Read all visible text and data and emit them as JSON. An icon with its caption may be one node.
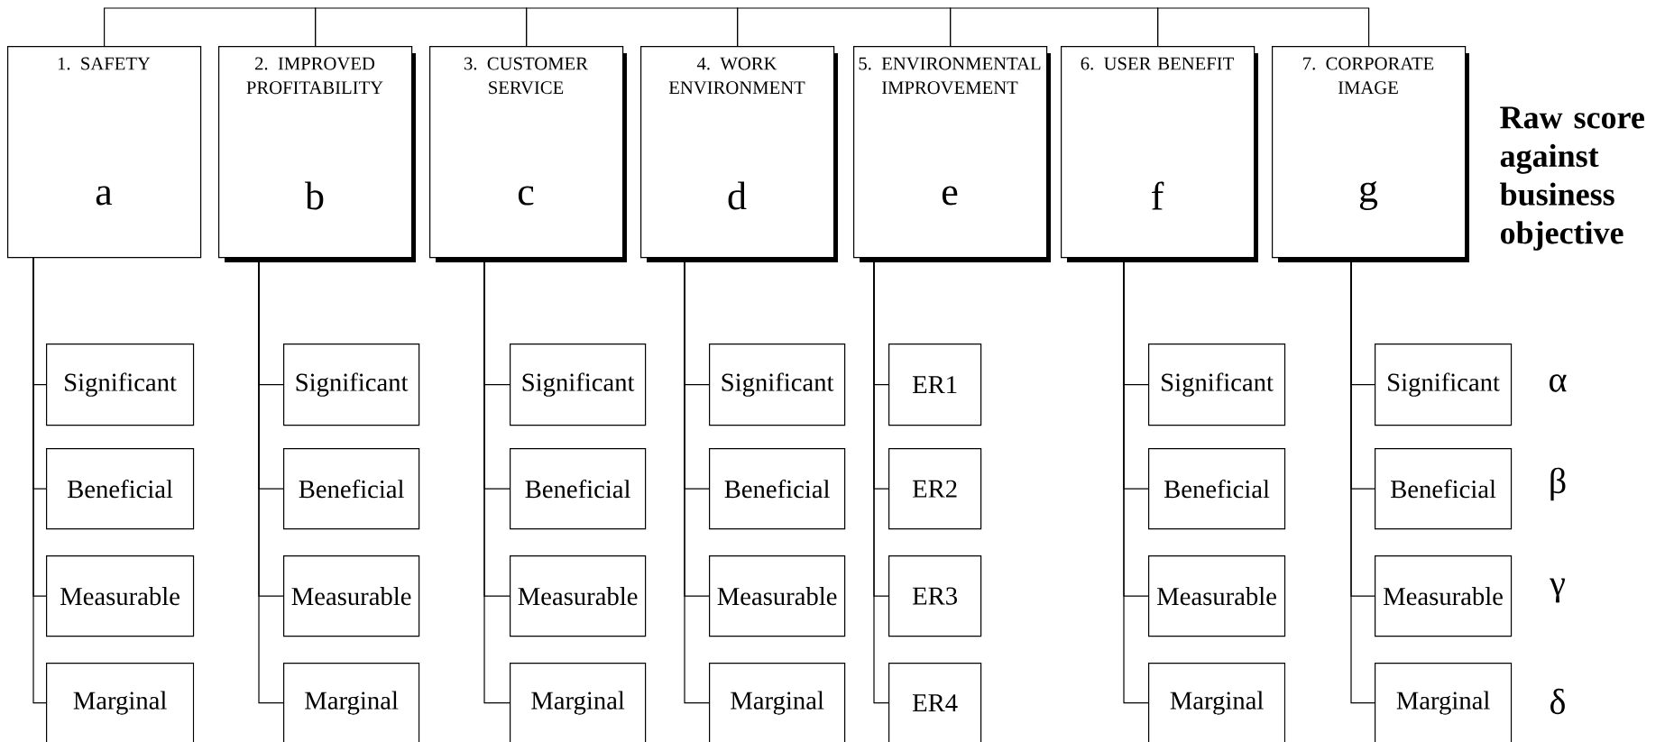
{
  "diagram": {
    "nodes": [
      {
        "text": [
          "1. SAFETY",
          "a"
        ]
      },
      {
        "text": [
          "2. IMPROVED PROFITABILITY",
          "b"
        ]
      },
      {
        "text": [
          "3. CUSTOMER SERVICE",
          "c"
        ]
      },
      {
        "text": [
          "4. WORK ENVIRONMENT",
          "d"
        ]
      },
      {
        "text": [
          "5. ENVIRONMENTAL IMPROVEMENT",
          "e"
        ]
      },
      {
        "text": [
          "6. USER BENEFIT",
          "f"
        ]
      },
      {
        "text": [
          "7. CORPORATE IMAGE",
          "g"
        ]
      },
      {
        "text": [
          "Significant"
        ]
      },
      {
        "text": [
          "Significant"
        ]
      },
      {
        "text": [
          "Significant"
        ]
      },
      {
        "text": [
          "Significant"
        ]
      },
      {
        "text": [
          "ER1"
        ]
      },
      {
        "text": [
          "Significant"
        ]
      },
      {
        "text": [
          "Significant"
        ]
      },
      {
        "text": [
          "Beneficial"
        ]
      },
      {
        "text": [
          "Beneficial"
        ]
      },
      {
        "text": [
          "Beneficial"
        ]
      },
      {
        "text": [
          "Beneficial"
        ]
      },
      {
        "text": [
          "ER2"
        ]
      },
      {
        "text": [
          "Beneficial"
        ]
      },
      {
        "text": [
          "Beneficial"
        ]
      },
      {
        "text": [
          "Measurable"
        ]
      },
      {
        "text": [
          "Measurable"
        ]
      },
      {
        "text": [
          "Measurable"
        ]
      },
      {
        "text": [
          "Measurable"
        ]
      },
      {
        "text": [
          "ER3"
        ]
      },
      {
        "text": [
          "Measurable"
        ]
      },
      {
        "text": [
          "Measurable"
        ]
      },
      {
        "text": [
          "Marginal"
        ]
      },
      {
        "text": [
          "Marginal"
        ]
      },
      {
        "text": [
          "Marginal"
        ]
      },
      {
        "text": [
          "Marginal"
        ]
      },
      {
        "text": [
          "ER4"
        ]
      },
      {
        "text": [
          "Marginal"
        ]
      },
      {
        "text": [
          "Marginal"
        ]
      }
    ],
    "edges": [
      {
        "from": 0,
        "to": 1,
        "arrow": "none"
      },
      {
        "from": 1,
        "to": 2,
        "arrow": "none"
      },
      {
        "from": 2,
        "to": 3,
        "arrow": "none"
      },
      {
        "from": 3,
        "to": 4,
        "arrow": "none"
      },
      {
        "from": 4,
        "to": 5,
        "arrow": "none"
      },
      {
        "from": 5,
        "to": 6,
        "arrow": "none"
      },
      {
        "from": 0,
        "to": 7,
        "arrow": "none"
      },
      {
        "from": 0,
        "to": 14,
        "arrow": "none"
      },
      {
        "from": 0,
        "to": 21,
        "arrow": "none"
      },
      {
        "from": 0,
        "to": 28,
        "arrow": "none"
      },
      {
        "from": 1,
        "to": 8,
        "arrow": "none"
      },
      {
        "from": 1,
        "to": 15,
        "arrow": "none"
      },
      {
        "from": 1,
        "to": 22,
        "arrow": "none"
      },
      {
        "from": 1,
        "to": 29,
        "arrow": "none"
      },
      {
        "from": 2,
        "to": 9,
        "arrow": "none"
      },
      {
        "from": 2,
        "to": 16,
        "arrow": "none"
      },
      {
        "from": 2,
        "to": 23,
        "arrow": "none"
      },
      {
        "from": 2,
        "to": 30,
        "arrow": "none"
      },
      {
        "from": 3,
        "to": 10,
        "arrow": "none"
      },
      {
        "from": 3,
        "to": 17,
        "arrow": "none"
      },
      {
        "from": 3,
        "to": 24,
        "arrow": "none"
      },
      {
        "from": 3,
        "to": 31,
        "arrow": "none"
      },
      {
        "from": 4,
        "to": 11,
        "arrow": "none"
      },
      {
        "from": 4,
        "to": 18,
        "arrow": "none"
      },
      {
        "from": 4,
        "to": 25,
        "arrow": "none"
      },
      {
        "from": 4,
        "to": 32,
        "arrow": "none"
      },
      {
        "from": 5,
        "to": 12,
        "arrow": "none"
      },
      {
        "from": 5,
        "to": 19,
        "arrow": "none"
      },
      {
        "from": 5,
        "to": 26,
        "arrow": "none"
      },
      {
        "from": 5,
        "to": 33,
        "arrow": "none"
      },
      {
        "from": 6,
        "to": 13,
        "arrow": "none"
      },
      {
        "from": 6,
        "to": 20,
        "arrow": "none"
      },
      {
        "from": 6,
        "to": 27,
        "arrow": "none"
      },
      {
        "from": 6,
        "to": 34,
        "arrow": "none"
      }
    ],
    "labels": [
      "Raw score against business objective",
      "α",
      "β",
      "γ",
      "δ"
    ]
  }
}
